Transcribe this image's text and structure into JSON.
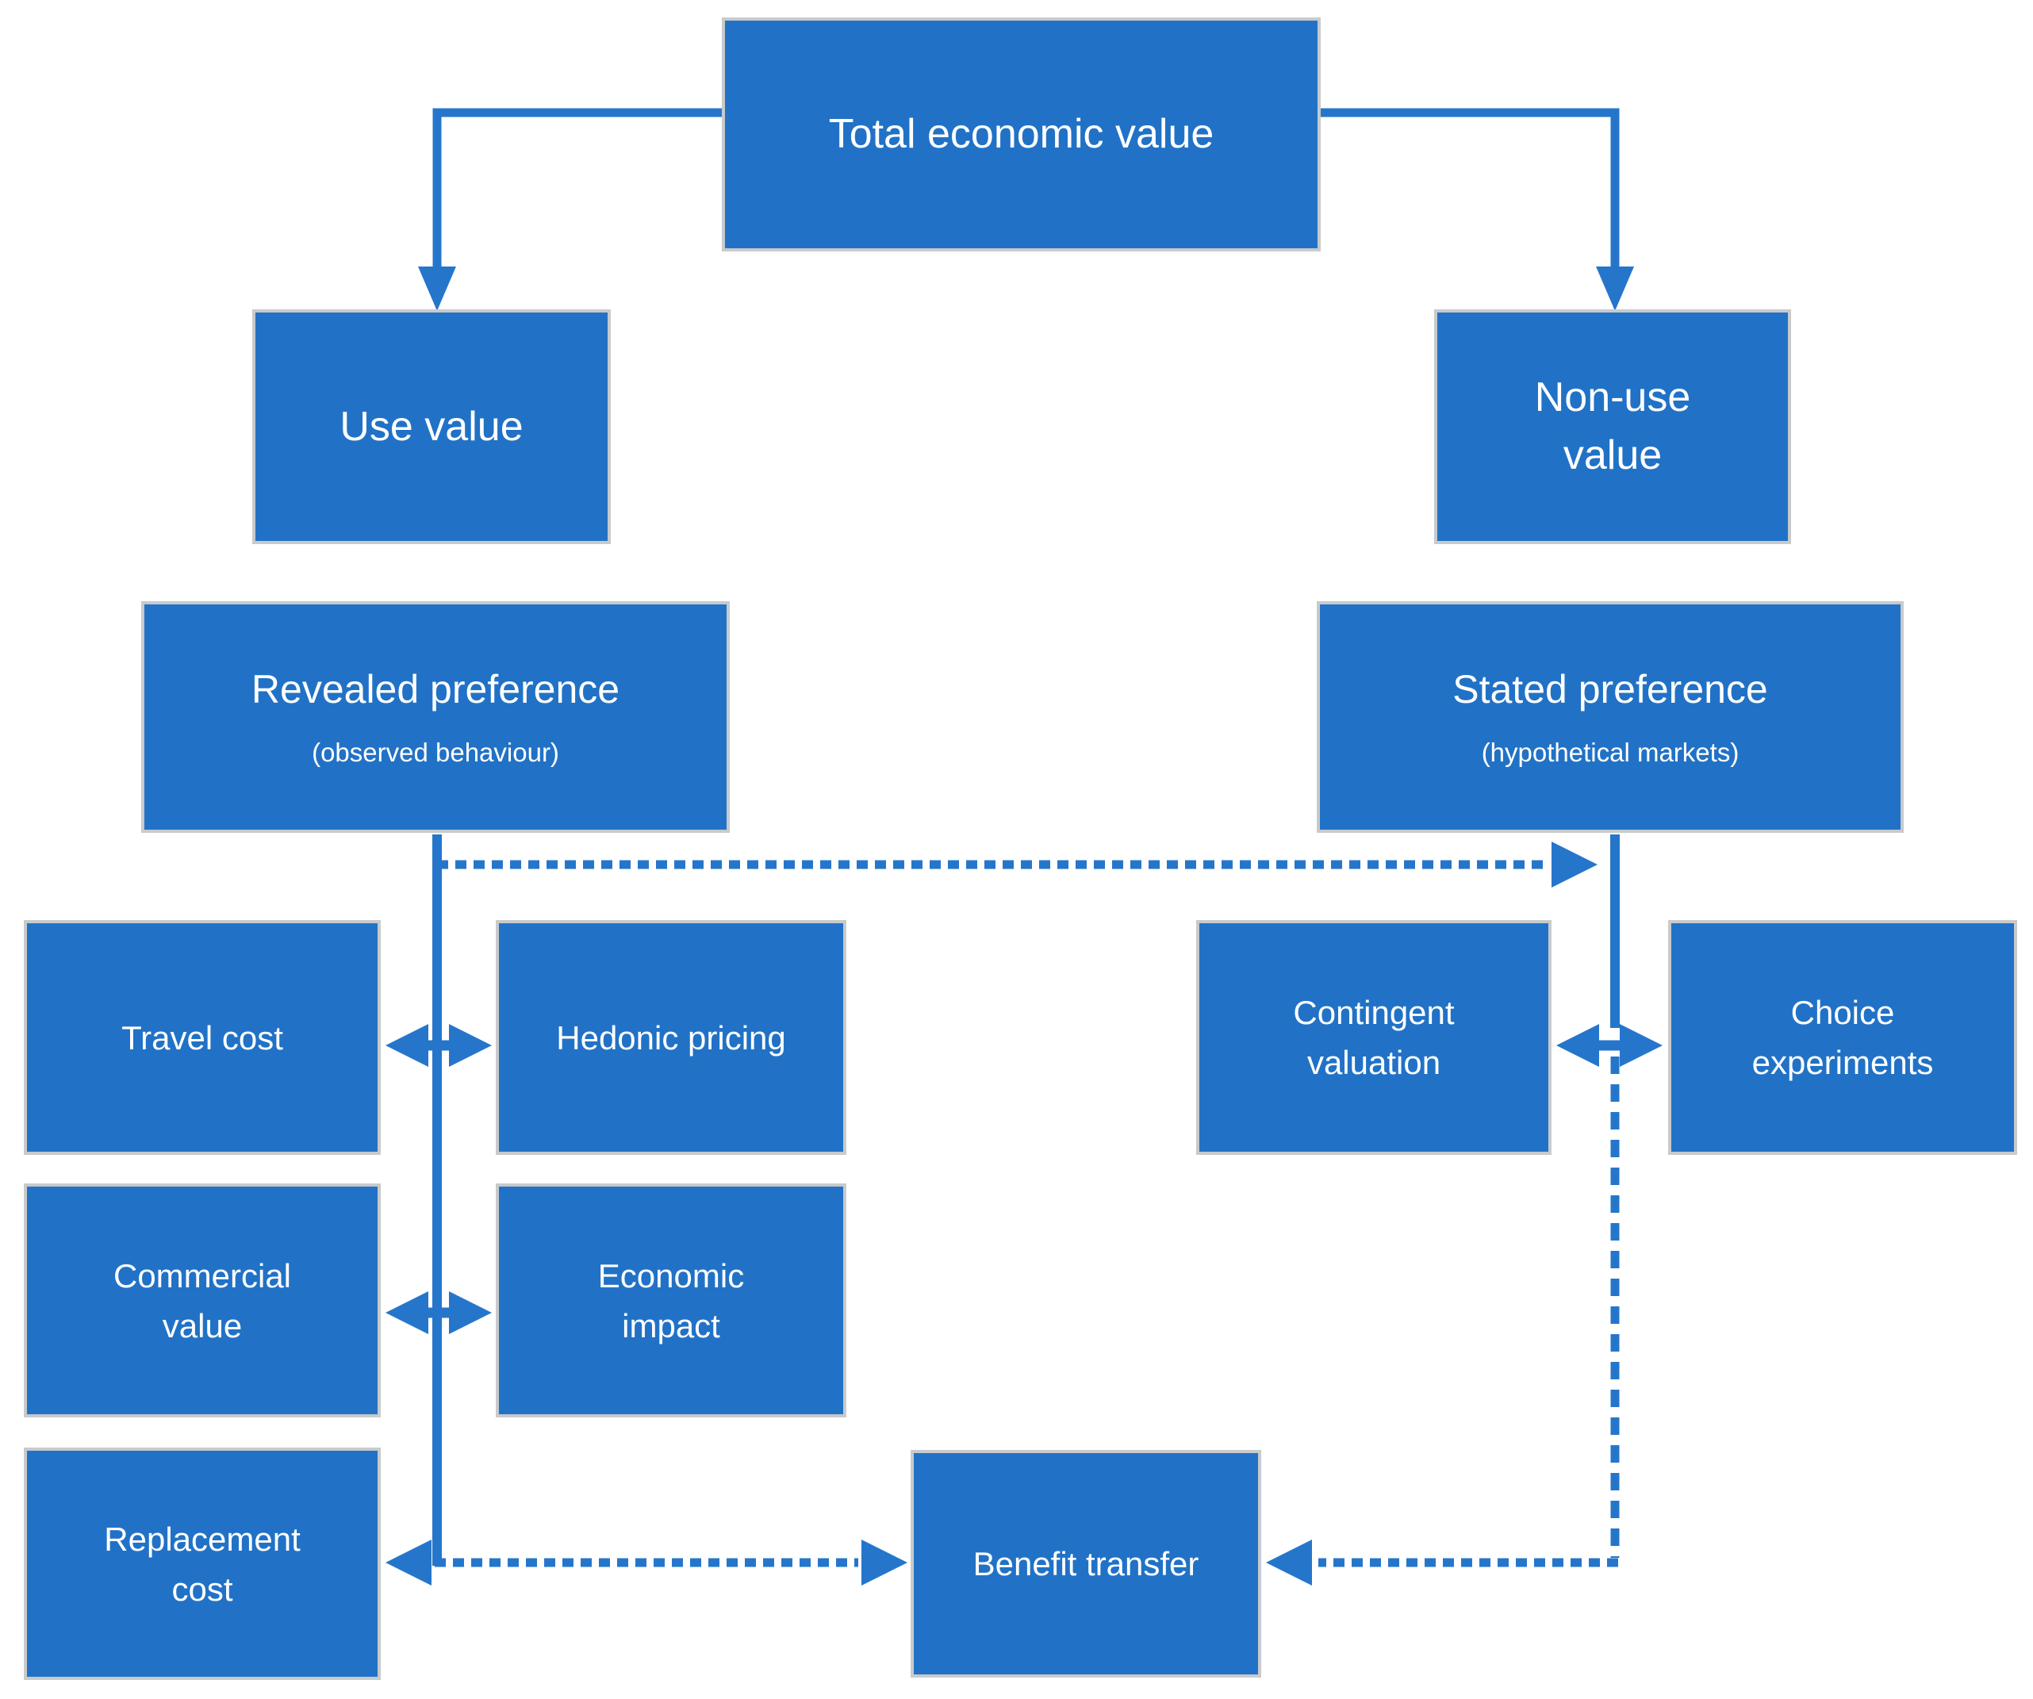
{
  "diagram": {
    "title": "Total economic value",
    "colors": {
      "box_fill": "#2172c6",
      "box_border": "#c8cacc",
      "connector_blue": "#2576cb",
      "text": "#ffffff",
      "background": "#ffffff"
    },
    "nodes": {
      "total_economic_value": {
        "label": "Total economic value"
      },
      "use_value": {
        "label": "Use value"
      },
      "non_use_value": {
        "label": "Non-use value"
      },
      "revealed_preference": {
        "label": "Revealed preference",
        "sublabel": "(observed behaviour)"
      },
      "stated_preference": {
        "label": "Stated preference",
        "sublabel": "(hypothetical markets)"
      },
      "travel_cost": {
        "label": "Travel cost"
      },
      "hedonic_pricing": {
        "label": "Hedonic pricing"
      },
      "contingent_valuation": {
        "label": "Contingent valuation"
      },
      "choice_experiments": {
        "label": "Choice experiments"
      },
      "commercial_value": {
        "label": "Commercial value"
      },
      "economic_impact": {
        "label": "Economic impact"
      },
      "replacement_cost": {
        "label": "Replacement cost"
      },
      "benefit_transfer": {
        "label": "Benefit transfer"
      }
    },
    "edges": [
      {
        "from": "total_economic_value",
        "to": "use_value",
        "style": "solid",
        "arrow": "to"
      },
      {
        "from": "total_economic_value",
        "to": "non_use_value",
        "style": "solid",
        "arrow": "to"
      },
      {
        "from": "revealed_preference",
        "to": "stated_preference",
        "style": "dotted",
        "arrow": "to"
      },
      {
        "from": "travel_cost",
        "to": "hedonic_pricing",
        "style": "solid",
        "arrow": "both"
      },
      {
        "from": "commercial_value",
        "to": "economic_impact",
        "style": "solid",
        "arrow": "both"
      },
      {
        "from": "contingent_valuation",
        "to": "choice_experiments",
        "style": "solid",
        "arrow": "both"
      },
      {
        "from": "replacement_cost",
        "to": "benefit_transfer",
        "style": "dotted",
        "arrow": "both"
      },
      {
        "from": "stated_preference",
        "to": "benefit_transfer",
        "style": "dotted",
        "arrow": "to"
      }
    ]
  }
}
